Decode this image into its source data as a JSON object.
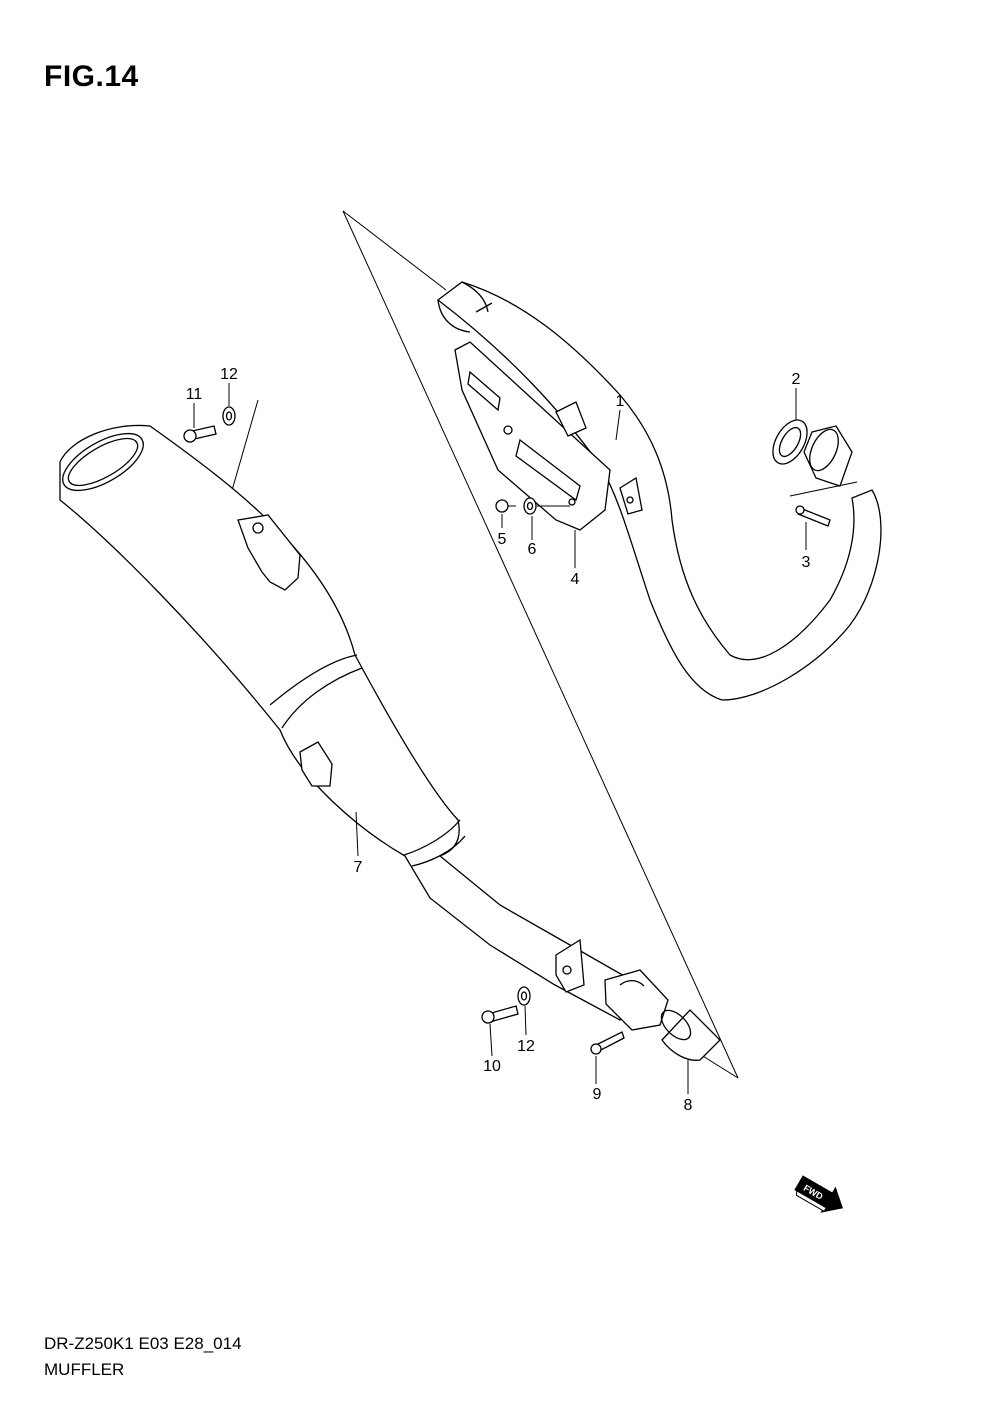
{
  "figure": {
    "title": "FIG.14"
  },
  "footer": {
    "model_code": "DR-Z250K1 E03 E28_014",
    "caption": "MUFFLER"
  },
  "fwd_badge": {
    "text": "FWD"
  },
  "callouts": [
    {
      "id": "c1",
      "number": "1"
    },
    {
      "id": "c2",
      "number": "2"
    },
    {
      "id": "c3",
      "number": "3"
    },
    {
      "id": "c4",
      "number": "4"
    },
    {
      "id": "c5",
      "number": "5"
    },
    {
      "id": "c6",
      "number": "6"
    },
    {
      "id": "c7",
      "number": "7"
    },
    {
      "id": "c8",
      "number": "8"
    },
    {
      "id": "c9",
      "number": "9"
    },
    {
      "id": "c10",
      "number": "10"
    },
    {
      "id": "c11",
      "number": "11"
    },
    {
      "id": "c12a",
      "number": "12"
    },
    {
      "id": "c12b",
      "number": "12"
    }
  ]
}
